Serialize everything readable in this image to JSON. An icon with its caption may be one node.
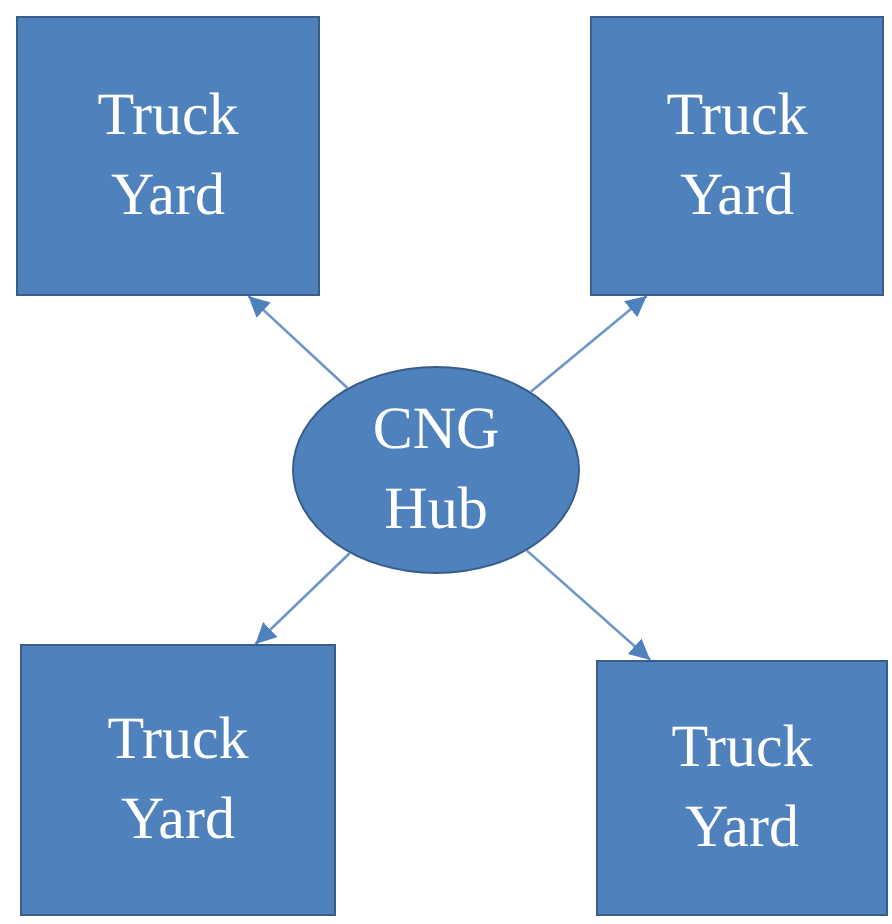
{
  "diagram": {
    "nodes": [
      {
        "text": [
          "Truck Yard"
        ]
      },
      {
        "text": [
          "Truck Yard"
        ]
      },
      {
        "text": [
          "CNG Hub"
        ]
      },
      {
        "text": [
          "Truck Yard"
        ]
      },
      {
        "text": [
          "Truck Yard"
        ]
      }
    ],
    "edges": [
      {
        "from": 2,
        "to": 0,
        "arrow": "to"
      },
      {
        "from": 2,
        "to": 1,
        "arrow": "to"
      },
      {
        "from": 2,
        "to": 3,
        "arrow": "to"
      },
      {
        "from": 2,
        "to": 4,
        "arrow": "to"
      }
    ]
  }
}
